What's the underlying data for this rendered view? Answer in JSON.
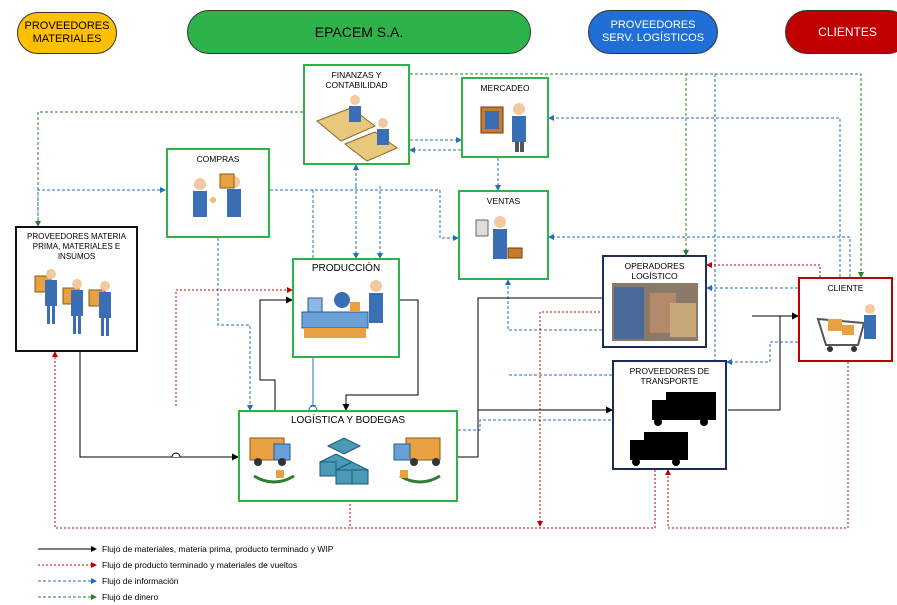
{
  "header": {
    "pill_proveedores": "PROVEEDORES\nMATERIALES",
    "pill_epacem": "EPACEM S.A.",
    "pill_serv": "PROVEEDORES\nSERV. LOGÍSTICOS",
    "pill_clientes": "CLIENTES"
  },
  "nodes": {
    "finanzas": "FINANZAS Y\nCONTABILIDAD",
    "mercadeo": "MERCADEO",
    "compras": "COMPRAS",
    "ventas": "VENTAS",
    "produccion": "PRODUCCIÓN",
    "proveedores_mp": "PROVEEDORES MATERIA\nPRIMA, MATERIALES E\nINSUMOS",
    "logistica": "LOGÍSTICA Y BODEGAS",
    "operadores": "OPERADORES\nLOGÍSTICO",
    "transporte": "PROVEEDORES DE\nTRANSPORTE",
    "cliente": "CLIENTE"
  },
  "legend": [
    {
      "label": "Flujo de materiales, materia prima, producto terminado y WIP",
      "color": "#000000",
      "style": "solid"
    },
    {
      "label": "Flujo de producto terminado y materiales de vueltos",
      "color": "#c00000",
      "style": "dotted"
    },
    {
      "label": "Flujo de información",
      "color": "#1f6fbf",
      "style": "dashed"
    },
    {
      "label": "Flujo de dinero",
      "color": "#2e7d32",
      "style": "dashed"
    }
  ],
  "colors": {
    "materiales_pill": "#ffc000",
    "epacem_pill": "#2db34a",
    "serv_pill": "#1f6fd6",
    "clientes_pill": "#c00000",
    "green_border": "#2db34a",
    "navy_border": "#1f2b5e",
    "red_border": "#c00000"
  }
}
